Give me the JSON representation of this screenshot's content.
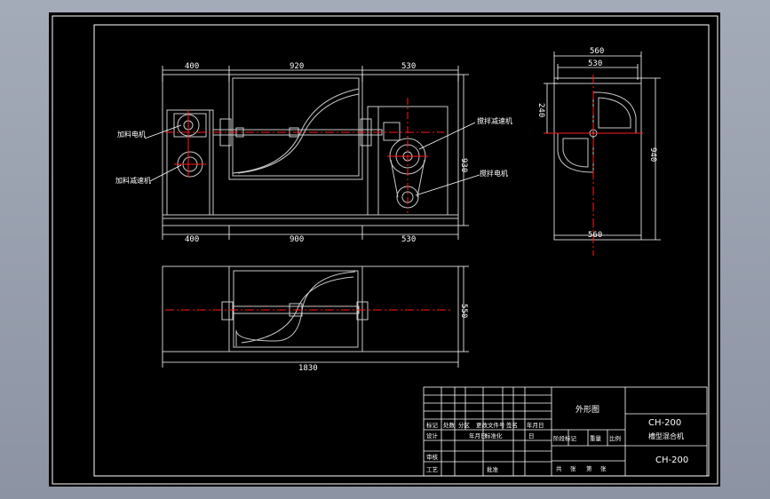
{
  "colors": {
    "background": "#000000",
    "frame": "#ffffff",
    "centerline": "#ff1a1a",
    "part": "#c8c8c8",
    "window_bg": "#9aa1b0"
  },
  "front_view": {
    "dim_top": [
      "400",
      "920",
      "530"
    ],
    "dim_bottom": [
      "400",
      "900",
      "530"
    ],
    "dim_right": "930",
    "labels": {
      "feed_motor": "加料电机",
      "feed_reducer": "加料减速机",
      "stir_reducer": "搅拌减速机",
      "stir_motor": "搅拌电机"
    }
  },
  "side_view": {
    "dim_top_outer": "560",
    "dim_top_inner": "530",
    "dim_left": "240",
    "dim_right": "940",
    "dim_bottom": "560"
  },
  "top_view": {
    "dim_bottom": "1830",
    "dim_right": "550"
  },
  "title_block": {
    "drawing_name": "外形图",
    "model_code": "CH-200",
    "machine_name": "槽型混合机",
    "drawing_number": "CH-200",
    "row_headers": [
      "标记",
      "处数",
      "分区",
      "更改文件号",
      "签名",
      "年月日"
    ],
    "roles": [
      "设计",
      "审核",
      "工艺"
    ],
    "standardize": "标准化",
    "approve": "批准",
    "sign_date": "日",
    "stage_headers": [
      "阶段标记",
      "重量",
      "比例"
    ],
    "sheet_total": "共",
    "sheet_word": "张",
    "sheet_no": "第",
    "sheet_word2": "张"
  }
}
